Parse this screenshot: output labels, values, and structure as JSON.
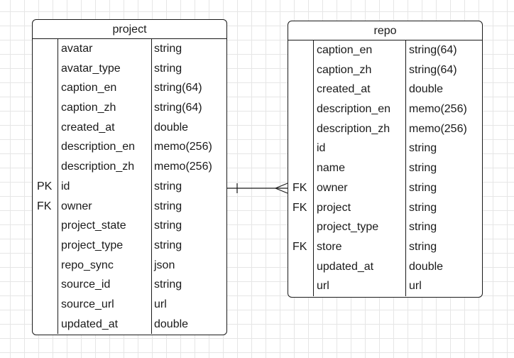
{
  "entities": {
    "project": {
      "name": "project",
      "fields": [
        {
          "key": "",
          "name": "avatar",
          "type": "string"
        },
        {
          "key": "",
          "name": "avatar_type",
          "type": "string"
        },
        {
          "key": "",
          "name": "caption_en",
          "type": "string(64)"
        },
        {
          "key": "",
          "name": "caption_zh",
          "type": "string(64)"
        },
        {
          "key": "",
          "name": "created_at",
          "type": "double"
        },
        {
          "key": "",
          "name": "description_en",
          "type": "memo(256)"
        },
        {
          "key": "",
          "name": "description_zh",
          "type": "memo(256)"
        },
        {
          "key": "PK",
          "name": "id",
          "type": "string"
        },
        {
          "key": "FK",
          "name": "owner",
          "type": "string"
        },
        {
          "key": "",
          "name": "project_state",
          "type": "string"
        },
        {
          "key": "",
          "name": "project_type",
          "type": "string"
        },
        {
          "key": "",
          "name": "repo_sync",
          "type": "json"
        },
        {
          "key": "",
          "name": "source_id",
          "type": "string"
        },
        {
          "key": "",
          "name": "source_url",
          "type": "url"
        },
        {
          "key": "",
          "name": "updated_at",
          "type": "double"
        }
      ]
    },
    "repo": {
      "name": "repo",
      "fields": [
        {
          "key": "",
          "name": "caption_en",
          "type": "string(64)"
        },
        {
          "key": "",
          "name": "caption_zh",
          "type": "string(64)"
        },
        {
          "key": "",
          "name": "created_at",
          "type": "double"
        },
        {
          "key": "",
          "name": "description_en",
          "type": "memo(256)"
        },
        {
          "key": "",
          "name": "description_zh",
          "type": "memo(256)"
        },
        {
          "key": "",
          "name": "id",
          "type": "string"
        },
        {
          "key": "",
          "name": "name",
          "type": "string"
        },
        {
          "key": "FK",
          "name": "owner",
          "type": "string"
        },
        {
          "key": "FK",
          "name": "project",
          "type": "string"
        },
        {
          "key": "",
          "name": "project_type",
          "type": "string"
        },
        {
          "key": "FK",
          "name": "store",
          "type": "string"
        },
        {
          "key": "",
          "name": "updated_at",
          "type": "double"
        },
        {
          "key": "",
          "name": "url",
          "type": "url"
        }
      ]
    }
  },
  "relationship": {
    "from": "project.id",
    "to": "repo.owner",
    "cardinality": "one-to-many"
  }
}
